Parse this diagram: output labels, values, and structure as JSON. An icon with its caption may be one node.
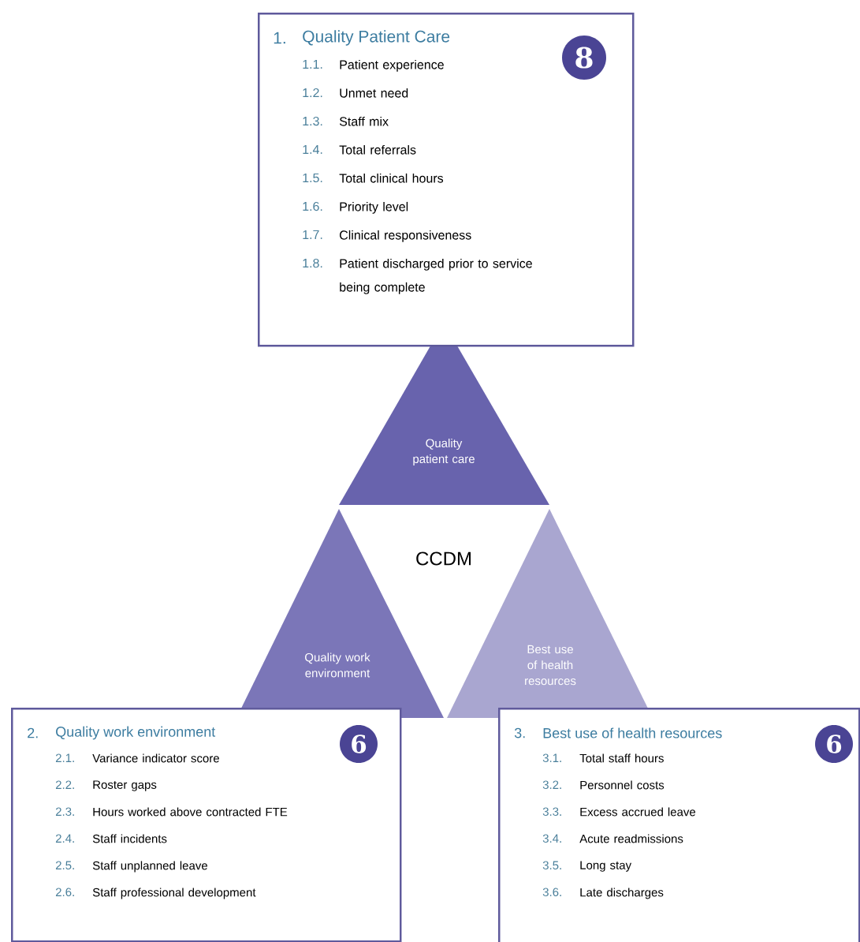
{
  "diagram": {
    "nodes": [
      {
        "text": [
          "1.",
          "Quality Patient Care",
          "1.1.",
          "Patient experience",
          "1.2.",
          "Unmet need",
          "1.3.",
          "Staff mix",
          "1.4.",
          "Total referrals",
          "1.5.",
          "Total clinical hours",
          "1.6.",
          "Priority level",
          "1.7.",
          "Clinical responsiveness",
          "1.8.",
          "Patient discharged prior to service being complete"
        ]
      },
      {
        "text": [
          "8"
        ],
        "in": 0
      },
      {
        "text": [
          "Quality patient care"
        ]
      },
      {
        "text": [
          "Quality work environment"
        ]
      },
      {
        "text": [
          "Best use of health resources"
        ]
      },
      {
        "text": [
          "2.",
          "Quality work environment",
          "2.1.",
          "Variance indicator score",
          "2.2.",
          "Roster gaps",
          "2.3.",
          "Hours worked above contracted FTE",
          "2.4.",
          "Staff incidents",
          "2.5.",
          "Staff unplanned leave",
          "2.6.",
          "Staff professional development"
        ]
      },
      {
        "text": [
          "6"
        ],
        "in": 5
      },
      {
        "text": [
          "3.",
          "Best use of health resources",
          "3.1.",
          "Total staff hours",
          "3.2.",
          "Personnel costs",
          "3.3.",
          "Excess accrued leave",
          "3.4.",
          "Acute readmissions",
          "3.5.",
          "Long stay",
          "3.6.",
          "Late discharges"
        ]
      },
      {
        "text": [
          "6"
        ],
        "in": 7
      }
    ],
    "edges": [],
    "labels": [
      "CCDM"
    ]
  }
}
